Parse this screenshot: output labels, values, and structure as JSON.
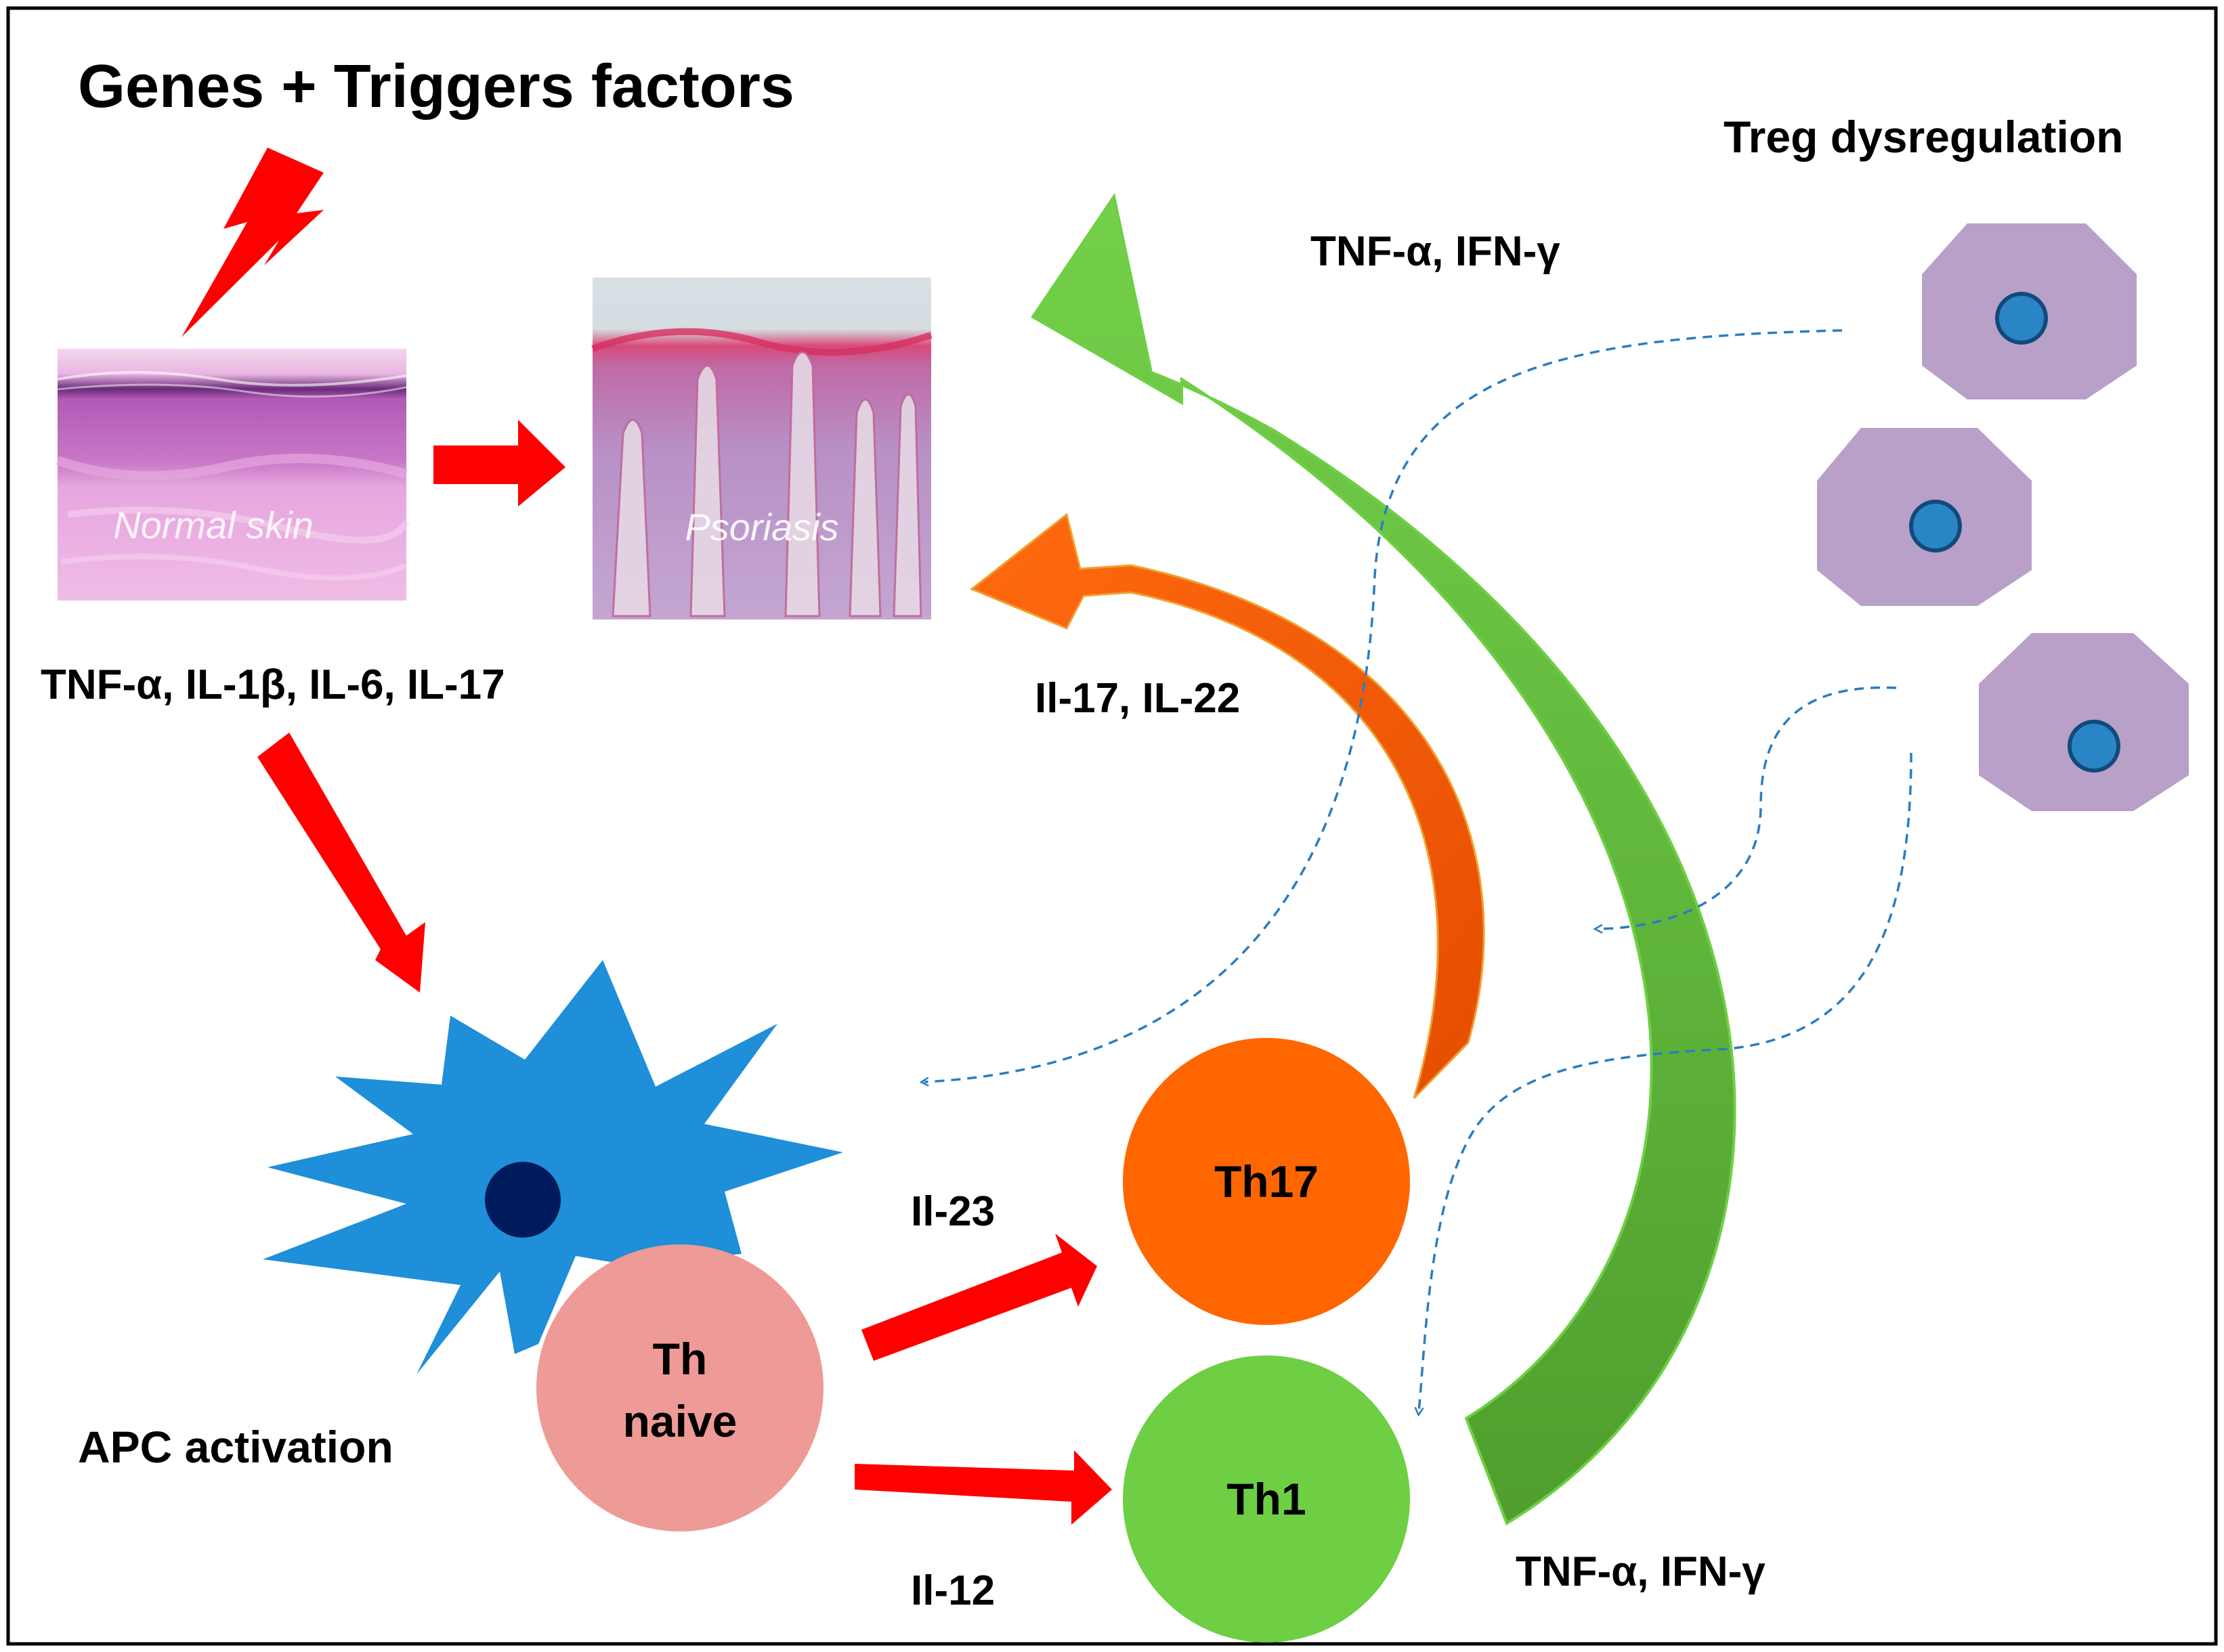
{
  "title": "Genes + Triggers factors",
  "skin": {
    "normal_label": "Normal skin",
    "psoriasis_label": "Psoriasis"
  },
  "cytokines": {
    "initial": "TNF-α, IL-1β, IL-6, IL-17",
    "th1_top": "TNF-α, IFN-γ",
    "th17_out": "Il-17, IL-22",
    "il23": "Il-23",
    "il12": "Il-12",
    "th1_bottom": "TNF-α, IFN-γ"
  },
  "cells": {
    "apc_label": "APC activation",
    "th_naive_line1": "Th",
    "th_naive_line2": "naive",
    "th17": "Th17",
    "th1": "Th1"
  },
  "treg_label": "Treg dysregulation",
  "colors": {
    "trigger_red": "#ff0000",
    "apc_blue": "#1e8fd8",
    "apc_nucleus": "#001a5e",
    "th_naive": "#ee9a96",
    "th17": "#ff6600",
    "th1": "#6ecf44",
    "th1_arrow": "#5cb53a",
    "th17_arrow": "#ff6a00",
    "treg_cell": "#b8a0c8",
    "treg_nucleus": "#2a85c6",
    "dashed_line": "#2a7dc0"
  }
}
